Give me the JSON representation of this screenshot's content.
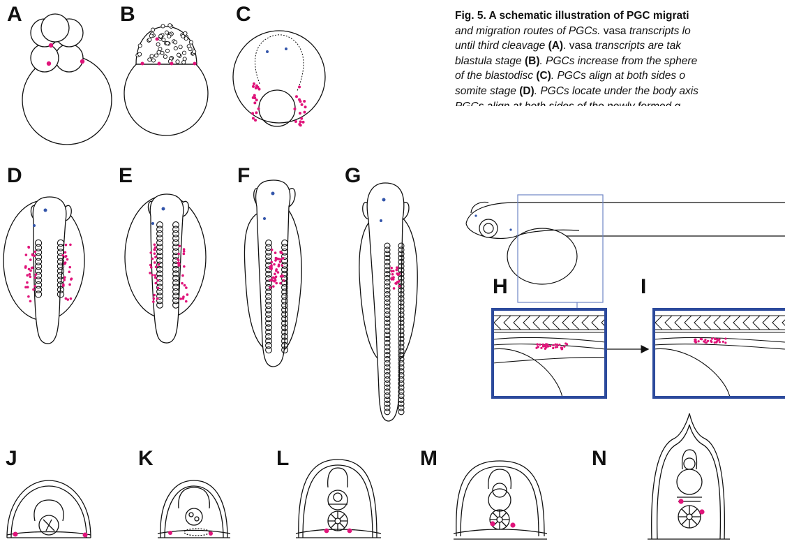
{
  "panels": [
    "A",
    "B",
    "C",
    "D",
    "E",
    "F",
    "G",
    "H",
    "I",
    "J",
    "K",
    "L",
    "M",
    "N"
  ],
  "caption": {
    "title": "Fig. 5. A schematic illustration of PGC migrati",
    "lines": [
      [
        {
          "t": "and migration routes of PGCs. ",
          "s": "it"
        },
        {
          "t": "vasa",
          "s": "n"
        },
        {
          "t": " transcripts lo",
          "s": "it"
        }
      ],
      [
        {
          "t": "until third cleavage ",
          "s": "it"
        },
        {
          "t": "(A)",
          "s": "b"
        },
        {
          "t": ". ",
          "s": "n"
        },
        {
          "t": "vasa",
          "s": "n"
        },
        {
          "t": " transcripts are tak",
          "s": "it"
        }
      ],
      [
        {
          "t": "blastula stage ",
          "s": "it"
        },
        {
          "t": "(B)",
          "s": "b"
        },
        {
          "t": ". PGCs increase from the sphere",
          "s": "it"
        }
      ],
      [
        {
          "t": "of the blastodisc ",
          "s": "it"
        },
        {
          "t": "(C)",
          "s": "b"
        },
        {
          "t": ". PGCs align at both sides o",
          "s": "it"
        }
      ],
      [
        {
          "t": "somite stage ",
          "s": "it"
        },
        {
          "t": "(D)",
          "s": "b"
        },
        {
          "t": ". PGCs locate under the body axis",
          "s": "it"
        }
      ],
      [
        {
          "t": "PGCs align at both sides of the newly formed g",
          "s": "it"
        }
      ]
    ]
  },
  "colors": {
    "pgc": "#e0147a",
    "marker": "#3355aa",
    "line": "#111111",
    "frame": "#2c4a9c",
    "connector": "#6f86c4"
  }
}
